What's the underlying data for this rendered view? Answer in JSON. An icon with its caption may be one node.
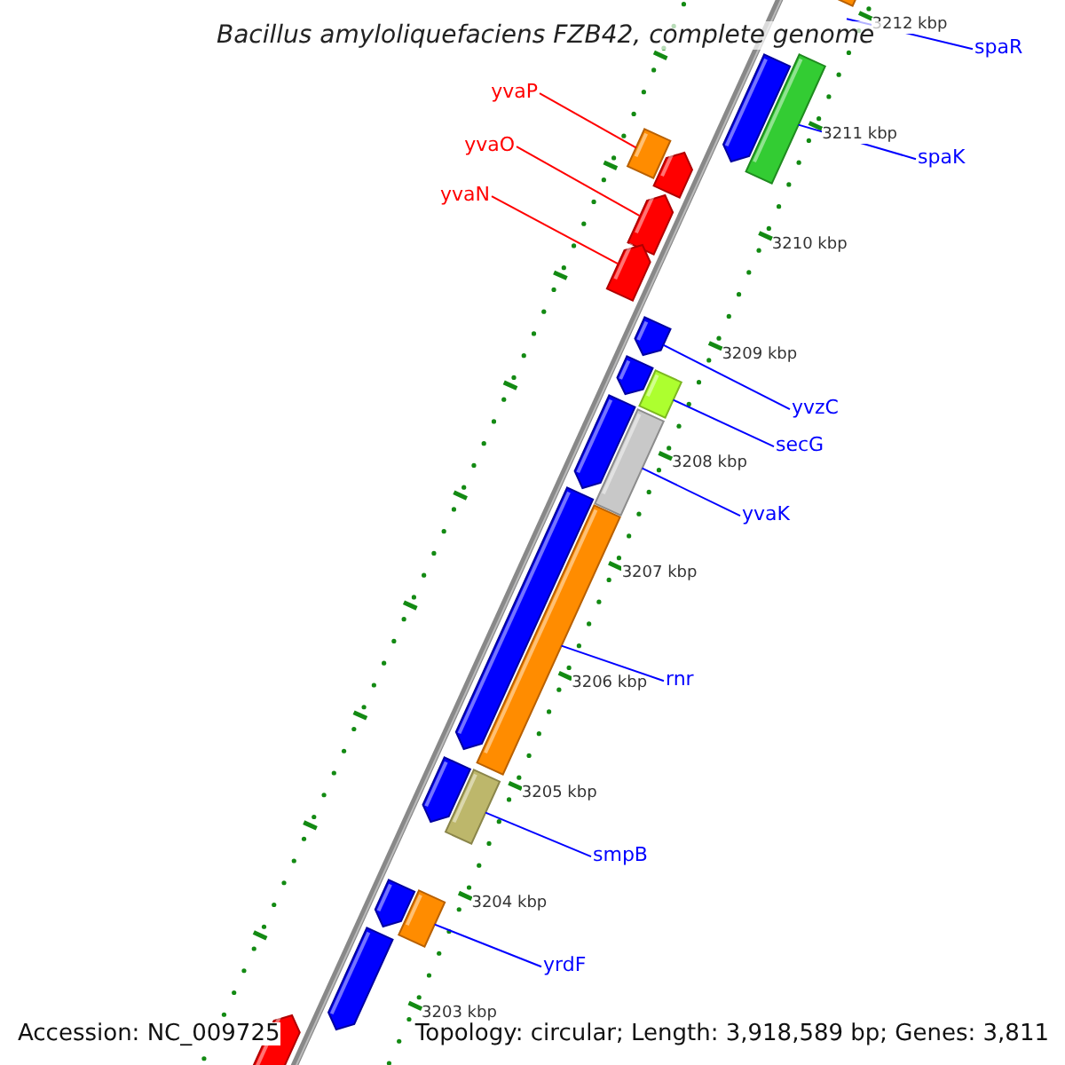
{
  "diagram": {
    "title": "Bacillus amyloliquefaciens FZB42, complete genome",
    "nodes": [
      {
        "text": [],
        "shape": "bar"
      },
      {
        "text": [],
        "shape": "bar"
      },
      {
        "text": [],
        "shape": "bar"
      },
      {
        "text": [],
        "shape": "bar"
      },
      {
        "text": [],
        "shape": "bar"
      },
      {
        "text": [],
        "shape": "bar"
      },
      {
        "text": [],
        "shape": "bar"
      },
      {
        "text": [],
        "shape": "bar"
      },
      {
        "text": [],
        "shape": "bar"
      },
      {
        "text": [],
        "shape": "bar"
      },
      {
        "text": [],
        "shape": "bar"
      },
      {
        "text": [],
        "shape": "bar"
      },
      {
        "text": [],
        "shape": "bar"
      },
      {
        "text": [],
        "shape": "bar"
      },
      {
        "text": [],
        "shape": "bar"
      },
      {
        "text": [],
        "shape": "bar"
      },
      {
        "text": [],
        "shape": "bar"
      },
      {
        "text": [],
        "shape": "bar"
      },
      {
        "text": [],
        "shape": "bar"
      },
      {
        "text": [],
        "shape": "bar"
      },
      {
        "text": [
          "spaR"
        ]
      },
      {
        "text": [
          "spaK"
        ]
      },
      {
        "text": [
          "yvaP"
        ]
      },
      {
        "text": [
          "yvaO"
        ]
      },
      {
        "text": [
          "yvaN"
        ]
      },
      {
        "text": [
          "yvzC"
        ]
      },
      {
        "text": [
          "secG"
        ]
      },
      {
        "text": [
          "yvaK"
        ]
      },
      {
        "text": [
          "rnr"
        ]
      },
      {
        "text": [
          "smpB"
        ]
      },
      {
        "text": [
          "yrdF"
        ]
      }
    ],
    "edges": [
      {
        "from": 20,
        "to": 1,
        "arrow": "none"
      },
      {
        "from": 21,
        "to": 2,
        "arrow": "none"
      },
      {
        "from": 22,
        "to": 3,
        "arrow": "none",
        "color": "#ff0000"
      },
      {
        "from": 23,
        "to": 5,
        "arrow": "none",
        "color": "#ff0000"
      },
      {
        "from": 24,
        "to": 6,
        "arrow": "none",
        "color": "#ff0000"
      },
      {
        "from": 25,
        "to": 7,
        "arrow": "none"
      },
      {
        "from": 26,
        "to": 9,
        "arrow": "none"
      },
      {
        "from": 27,
        "to": 11,
        "arrow": "none"
      },
      {
        "from": 28,
        "to": 13,
        "arrow": "none"
      },
      {
        "from": 29,
        "to": 15,
        "arrow": "none"
      },
      {
        "from": 30,
        "to": 17,
        "arrow": "none"
      }
    ],
    "labels": [
      "3212 kbp",
      "3211 kbp",
      "3210 kbp",
      "3209 kbp",
      "3208 kbp",
      "3207 kbp",
      "3206 kbp",
      "3205 kbp",
      "3204 kbp",
      "3203 kbp",
      "Accession: NC_009725",
      "Topology: circular; Length: 3,918,589 bp; Genes: 3,811"
    ]
  }
}
